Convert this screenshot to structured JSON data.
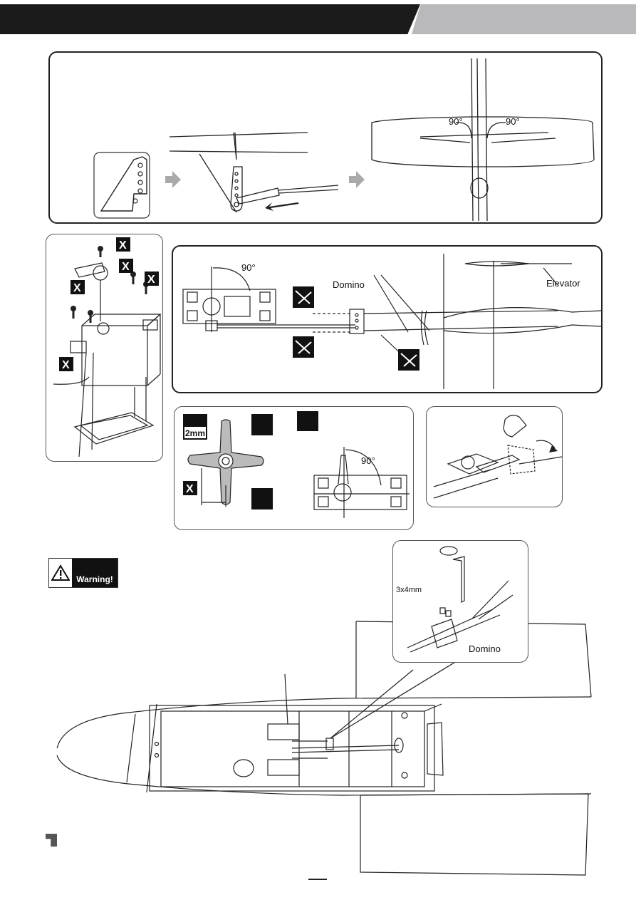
{
  "header": {
    "left_band": "",
    "right_band": ""
  },
  "panel1": {
    "angle_left": "90°",
    "angle_right": "90°"
  },
  "panel_servo": {
    "forbid_mark": "X"
  },
  "panel_linkage": {
    "angle": "90°",
    "domino": "Domino",
    "elevator": "Elevator"
  },
  "panel_horn": {
    "measure": "2mm",
    "angle": "90°",
    "forbid_mark": "X"
  },
  "warning": {
    "label": "Warning!"
  },
  "detail": {
    "screw_size": "3x4mm",
    "domino": "Domino"
  },
  "colors": {
    "header_black": "#1b1b1b",
    "header_grey": "#b9b9bb",
    "warning_bg": "#111111"
  },
  "icons": [
    "arrow-right-icon",
    "cutter-icon",
    "hand-pointing-icon",
    "warning-triangle-icon",
    "allen-key-icon",
    "forbidden-x-icon"
  ]
}
